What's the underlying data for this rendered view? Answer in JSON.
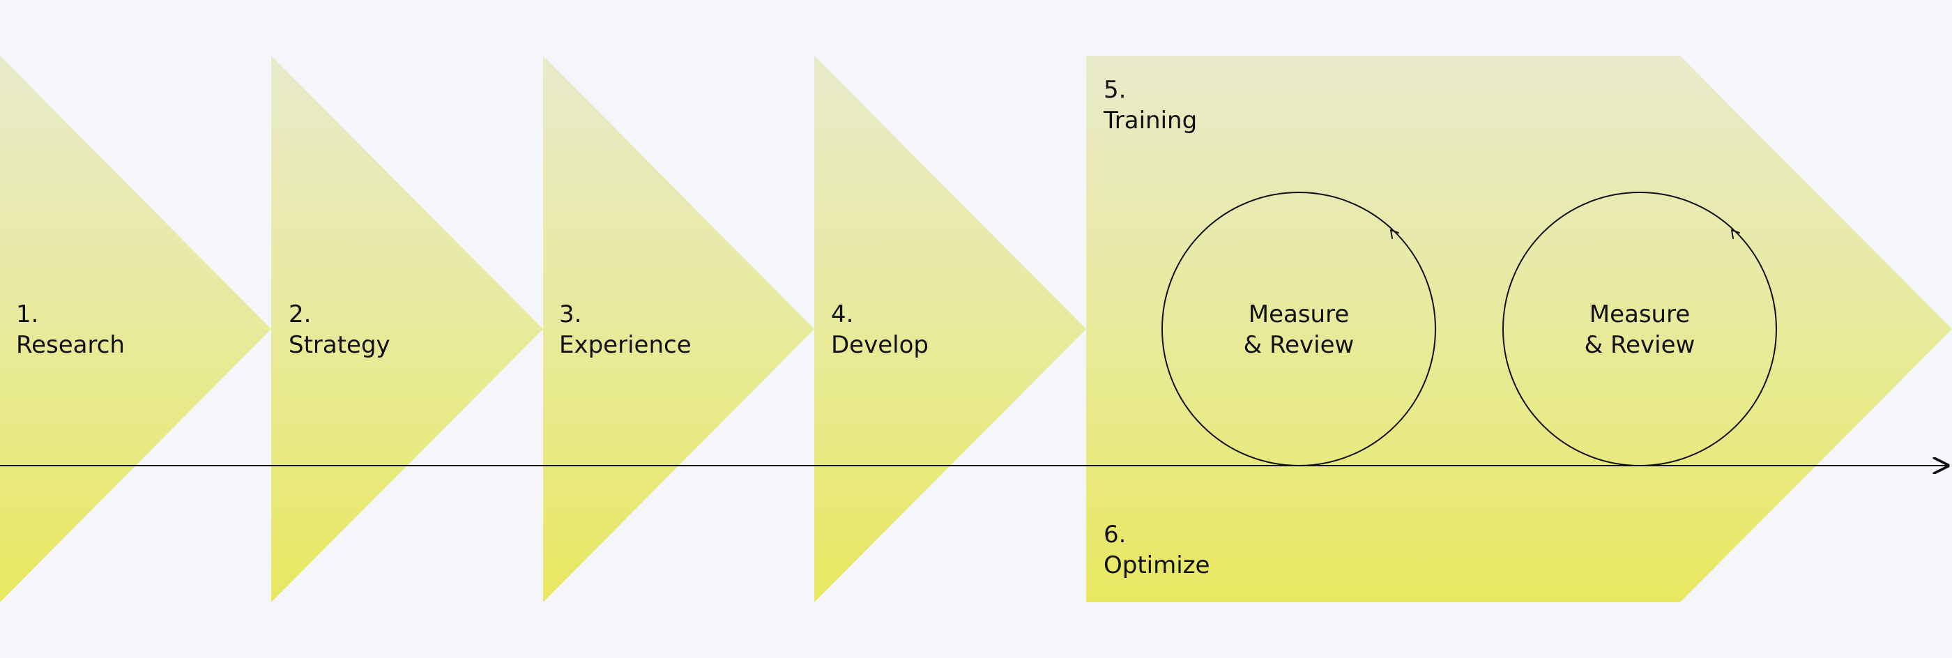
{
  "colors": {
    "background": "#f4f6fa",
    "shape_top": "#e8eacb",
    "shape_bottom": "#e8e860",
    "line": "#111111",
    "text": "#111111"
  },
  "steps": [
    {
      "number": "1.",
      "label": "Research"
    },
    {
      "number": "2.",
      "label": "Strategy"
    },
    {
      "number": "3.",
      "label": "Experience"
    },
    {
      "number": "4.",
      "label": "Develop"
    },
    {
      "number": "5.",
      "label": "Training"
    },
    {
      "number": "6.",
      "label": "Optimize"
    }
  ],
  "cycles": [
    {
      "line1": "Measure",
      "line2": "& Review",
      "icon": "cycle-arrow-icon"
    },
    {
      "line1": "Measure",
      "line2": "& Review",
      "icon": "cycle-arrow-icon"
    }
  ],
  "timeline": {
    "icon": "arrow-right-icon"
  }
}
